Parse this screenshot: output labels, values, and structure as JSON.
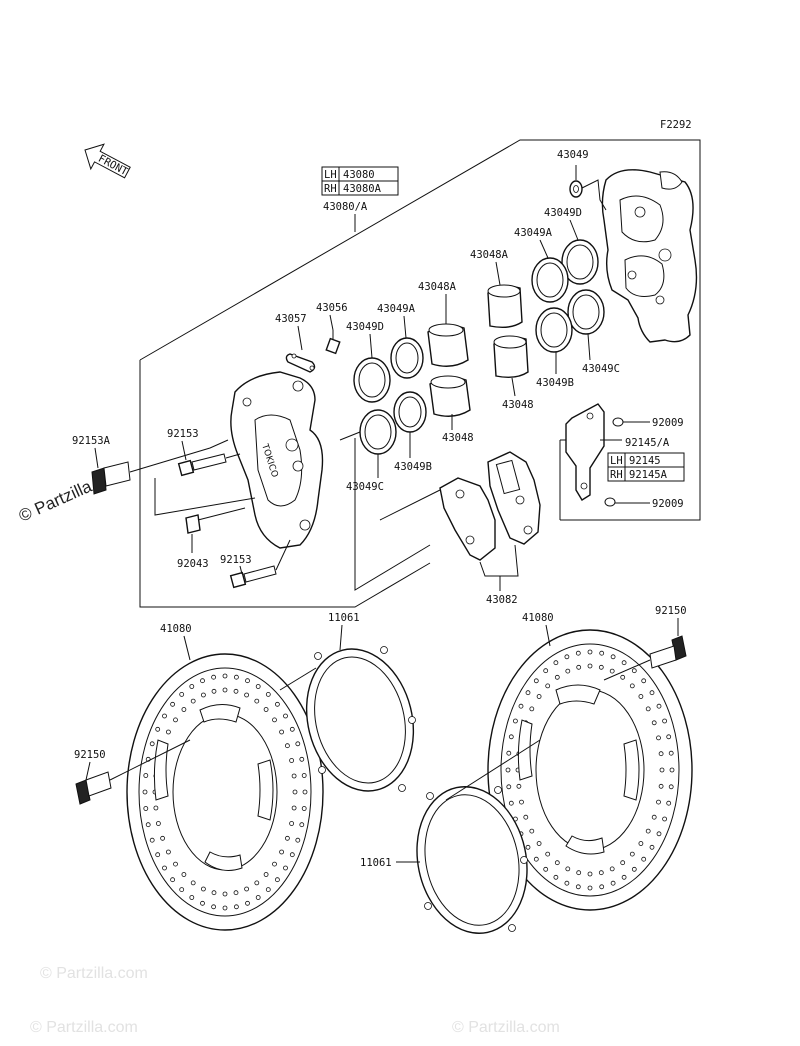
{
  "diagram": {
    "figure_code": "F2292",
    "front_label": "FRONT",
    "watermarks": {
      "side": "© Partzilla.com",
      "corner": "© Partzilla.com"
    },
    "caliper_table": {
      "rows": [
        {
          "side": "LH",
          "part": "43080"
        },
        {
          "side": "RH",
          "part": "43080A"
        }
      ],
      "combined": "43080/A"
    },
    "bracket_table": {
      "rows": [
        {
          "side": "LH",
          "part": "92145"
        },
        {
          "side": "RH",
          "part": "92145A"
        }
      ],
      "combined": "92145/A"
    },
    "labels": {
      "p43049": "43049",
      "p43049D_r": "43049D",
      "p43049A_r": "43049A",
      "p43048A_r": "43048A",
      "p43049C_r": "43049C",
      "p43049B_r": "43049B",
      "p43048_r": "43048",
      "p92009_a": "92009",
      "p92009_b": "92009",
      "p43056": "43056",
      "p43057": "43057",
      "p43049D_l": "43049D",
      "p43049A_l": "43049A",
      "p43048A_l": "43048A",
      "p43048_l": "43048",
      "p43049B_l": "43049B",
      "p43049C_l": "43049C",
      "p92153_a": "92153",
      "p92153A": "92153A",
      "p92043": "92043",
      "p92153_b": "92153",
      "p43082": "43082",
      "p41080_l": "41080",
      "p11061_t": "11061",
      "p41080_r": "41080",
      "p92150_r": "92150",
      "p92150_l": "92150",
      "p11061_b": "11061"
    }
  }
}
